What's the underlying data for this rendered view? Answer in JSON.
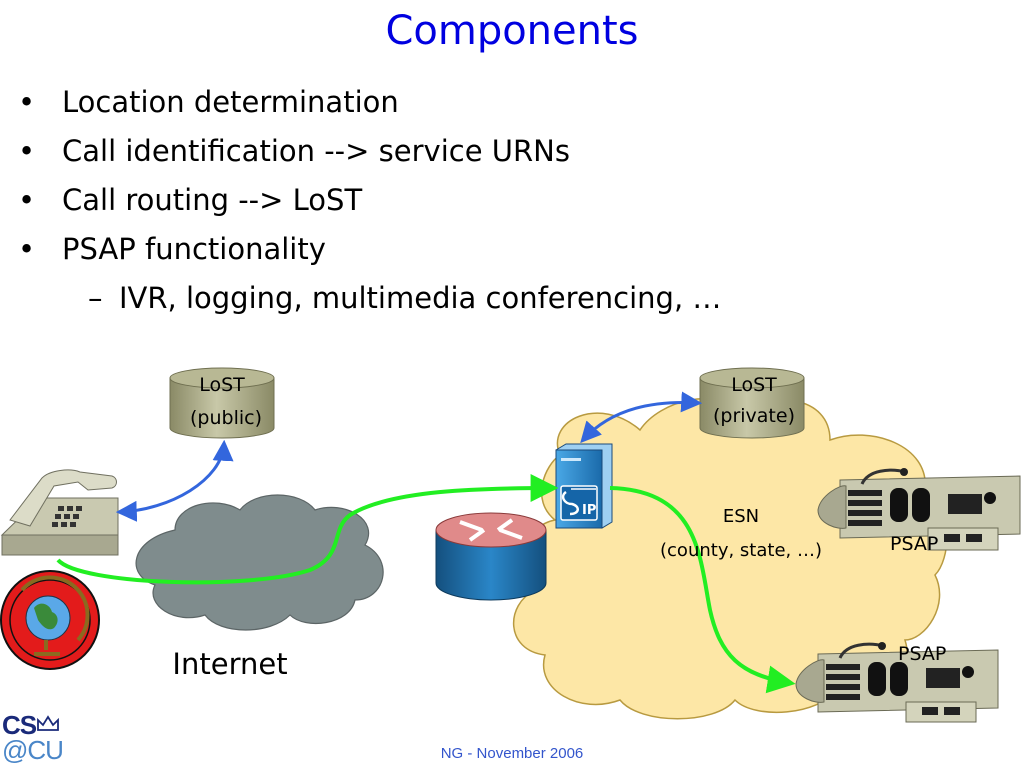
{
  "slide": {
    "title": "Components",
    "bullets": [
      {
        "marker": "•",
        "text": "Location determination"
      },
      {
        "marker": "•",
        "text": "Call identification --> service URNs"
      },
      {
        "marker": "•",
        "text": "Call routing --> LoST"
      },
      {
        "marker": "•",
        "text": "PSAP functionality"
      },
      {
        "marker": "–",
        "text": "IVR, logging, multimedia conferencing, …"
      }
    ]
  },
  "diagram": {
    "lost_public": {
      "line1": "LoST",
      "line2": "(public)"
    },
    "lost_private": {
      "line1": "LoST",
      "line2": "(private)"
    },
    "internet_label": "Internet",
    "esn_label": {
      "line1": "ESN",
      "line2": "(county, state, …)"
    },
    "psap_top_label": "PSAP",
    "psap_bottom_label": "PSAP",
    "sip_server_label": "IP",
    "colors": {
      "link_green": "#22ee22",
      "link_blue": "#3366dd",
      "esn_cloud": "#fde7a6",
      "internet_cloud": "#7f8c8d",
      "router": "#1f6fae"
    },
    "icons": [
      "telephone-icon",
      "globe-location-icon",
      "router-icon",
      "sip-server-icon",
      "database-icon",
      "psap-console-icon",
      "cloud-icon"
    ]
  },
  "footer": {
    "text": "NG - November 2006",
    "logo_line1": "CS",
    "logo_line2": "@CU"
  }
}
